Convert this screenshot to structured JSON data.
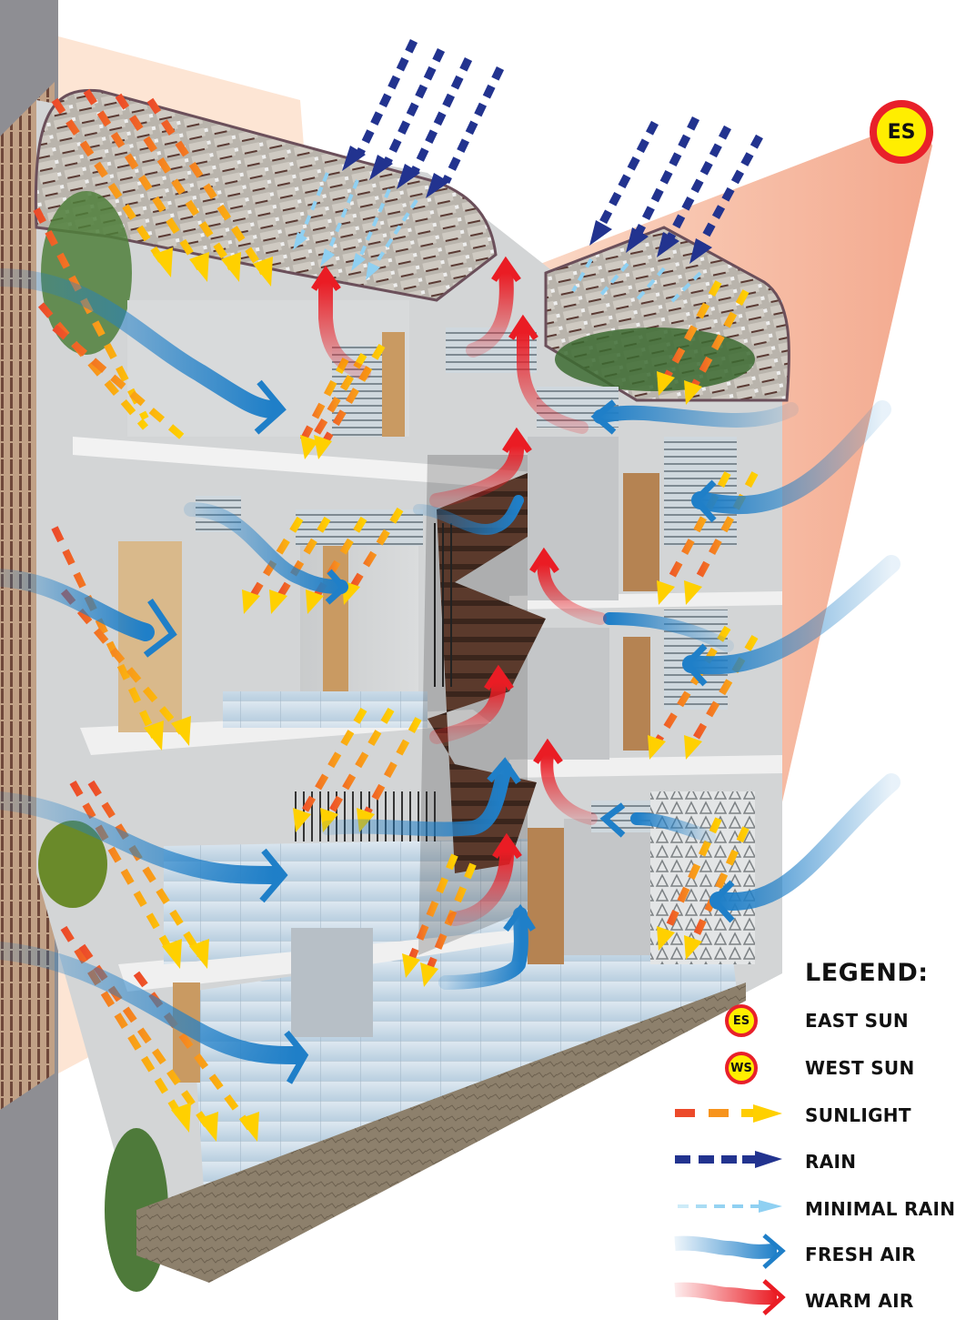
{
  "diagram": {
    "subject": "Sectional perspective of a multi-storey townhouse showing passive climate strategies",
    "sun_marker": {
      "label": "ES",
      "fill": "#ffee00",
      "ring": "#e8202a"
    },
    "colors": {
      "sun_beam": "#f7b79a",
      "sunlight_start": "#ec4a2a",
      "sunlight_end": "#ffd000",
      "rain": "#22338f",
      "minimal_rain": "#8fd0f2",
      "fresh_air": "#1f7fc8",
      "warm_air": "#ea1c24",
      "side_band": "#8e8e93"
    }
  },
  "legend": {
    "title": "LEGEND:",
    "items": [
      {
        "key": "east-sun",
        "symbol": "ES",
        "label": "EAST SUN"
      },
      {
        "key": "west-sun",
        "symbol": "WS",
        "label": "WEST SUN"
      },
      {
        "key": "sunlight",
        "label": "SUNLIGHT"
      },
      {
        "key": "rain",
        "label": "RAIN"
      },
      {
        "key": "minimal-rain",
        "label": "MINIMAL RAIN"
      },
      {
        "key": "fresh-air",
        "label": "FRESH AIR"
      },
      {
        "key": "warm-air",
        "label": "WARM AIR"
      }
    ]
  }
}
